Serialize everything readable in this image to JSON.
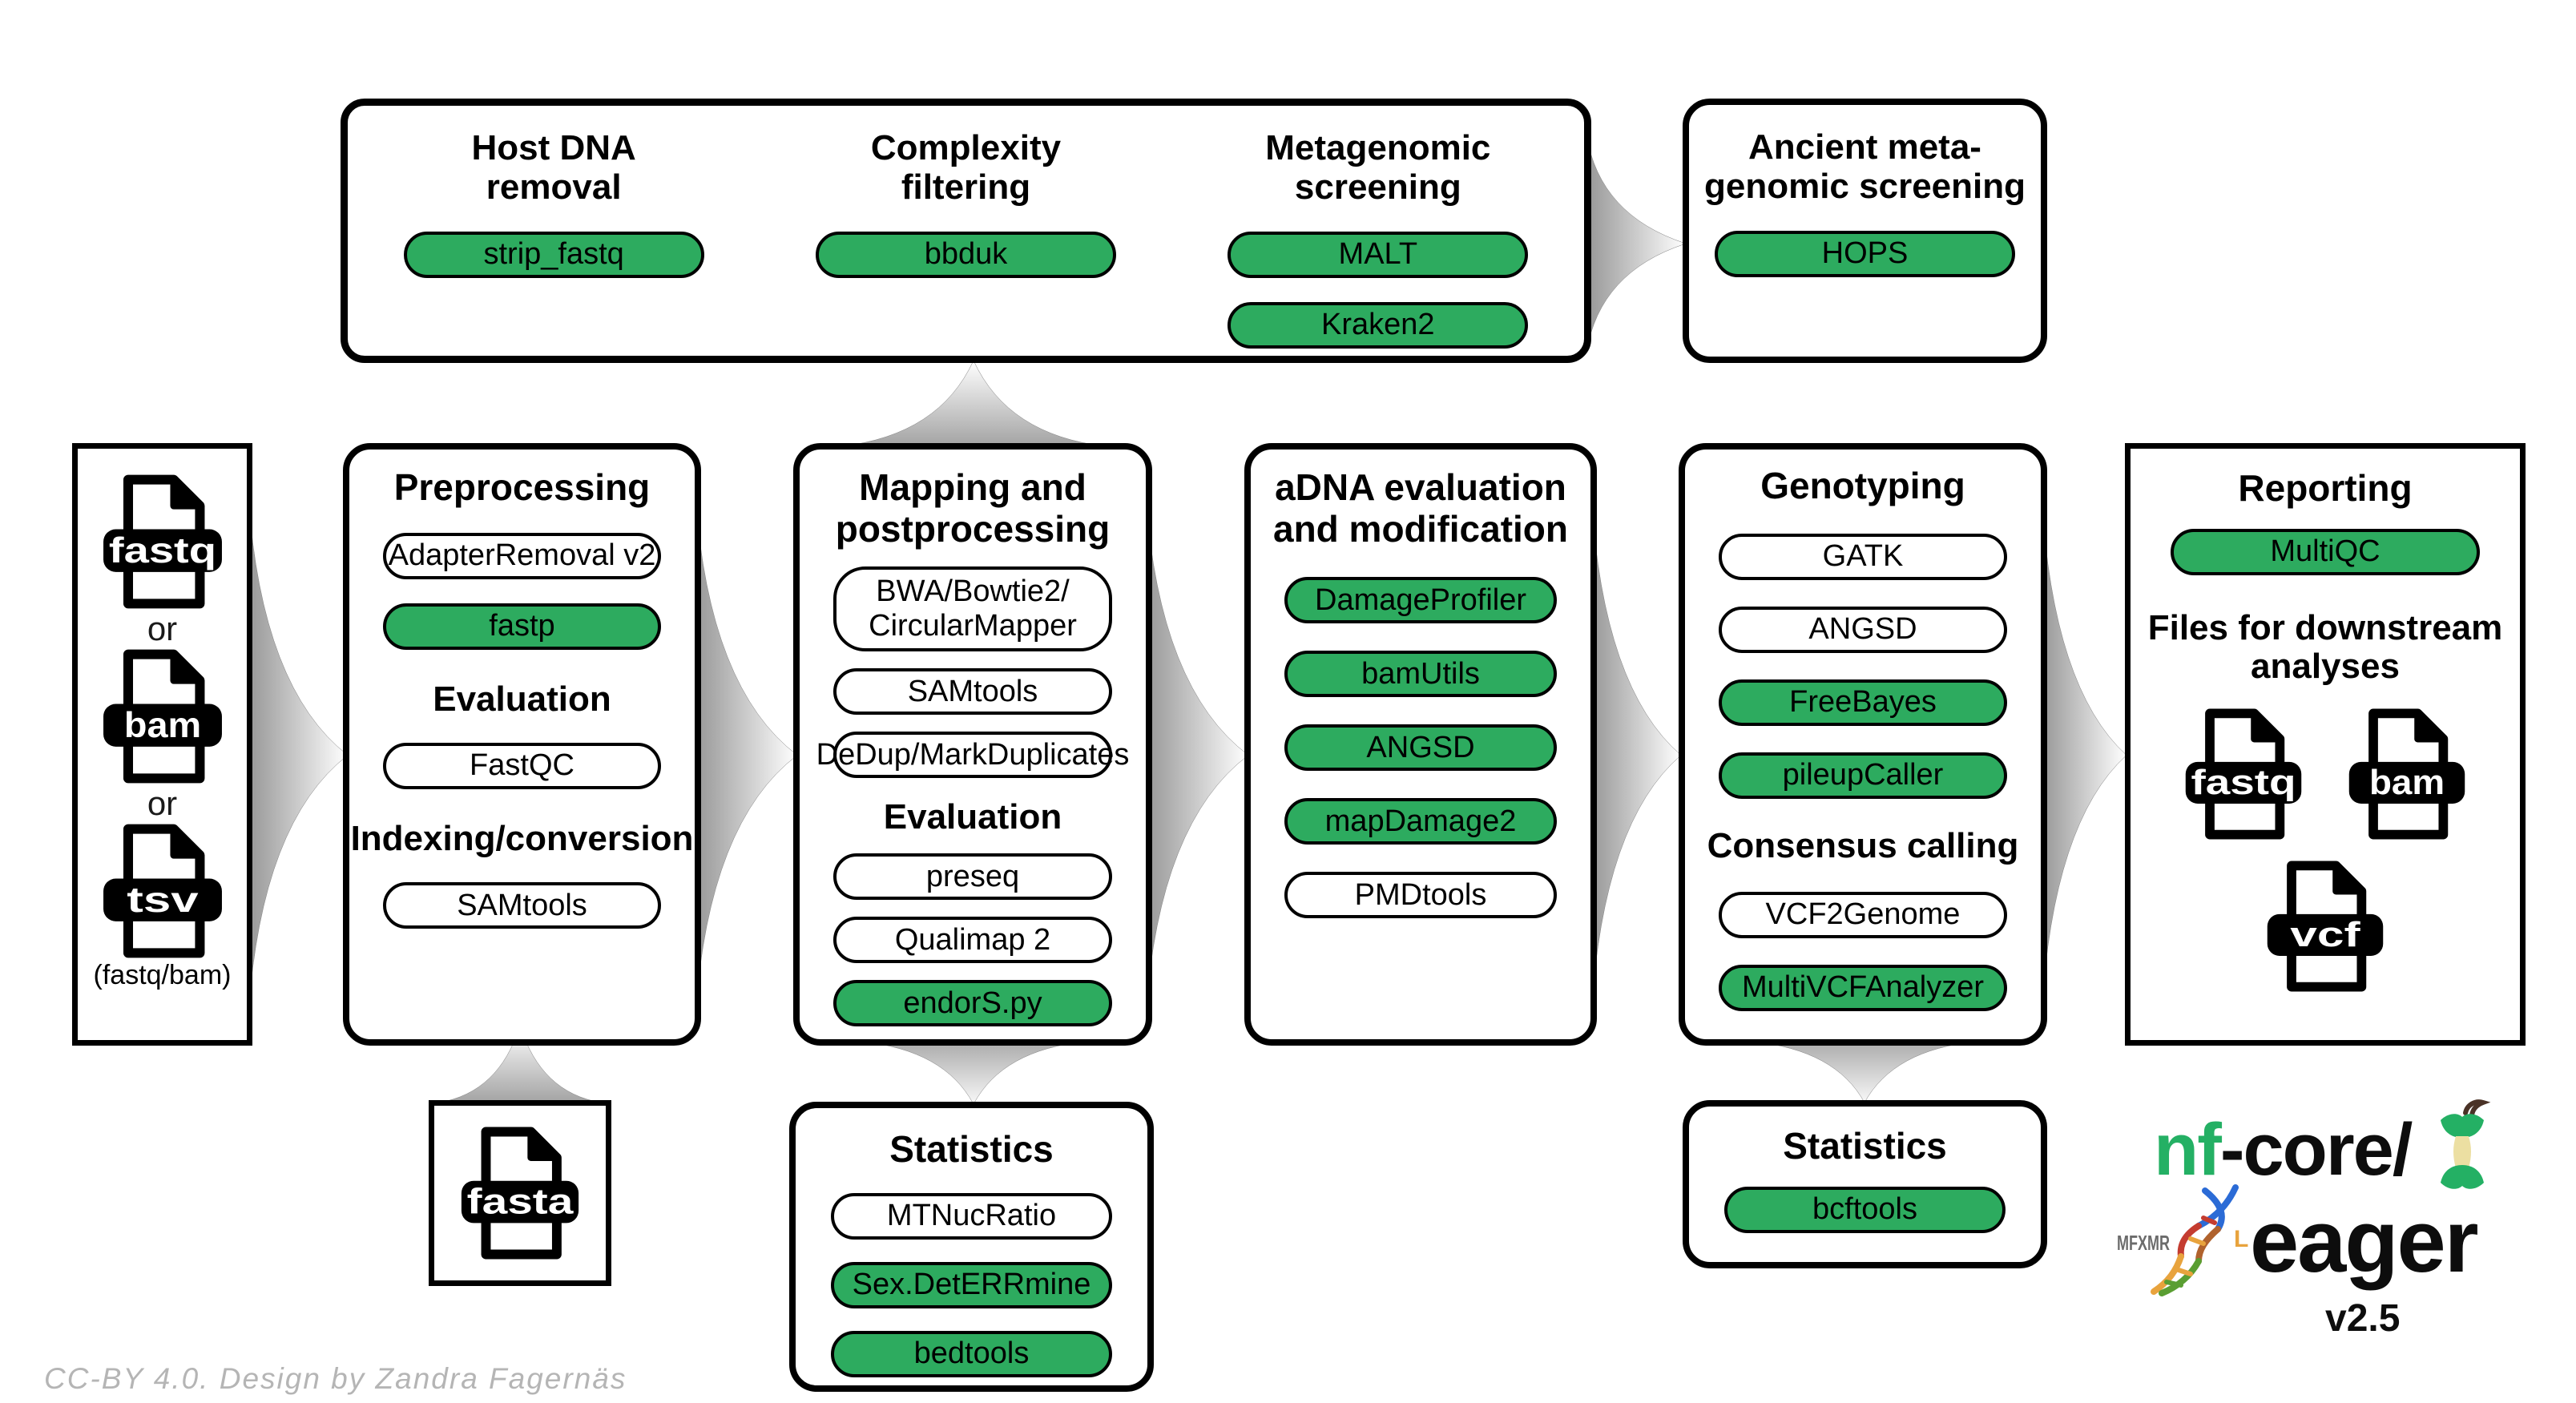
{
  "colors": {
    "pill_green": "#2DAB5F",
    "logo_green": "#24B064"
  },
  "top_box": {
    "sections": [
      {
        "title_line1": "Host DNA",
        "title_line2": "removal",
        "pill": "strip_fastq"
      },
      {
        "title_line1": "Complexity",
        "title_line2": "filtering",
        "pill": "bbduk"
      },
      {
        "title_line1": "Metagenomic",
        "title_line2": "screening",
        "pill": "MALT",
        "pill2": "Kraken2"
      }
    ]
  },
  "ancient_box": {
    "title_line1": "Ancient meta-",
    "title_line2": "genomic screening",
    "pill": "HOPS"
  },
  "input_box": {
    "files": [
      "fastq",
      "bam",
      "tsv"
    ],
    "or1": "or",
    "or2": "or",
    "caption": "(fastq/bam)"
  },
  "preprocessing_box": {
    "title": "Preprocessing",
    "pills": [
      "AdapterRemoval v2",
      "fastp"
    ],
    "evaluation_title": "Evaluation",
    "evaluation_pills": [
      "FastQC"
    ],
    "indexing_title": "Indexing/conversion",
    "indexing_pills": [
      "SAMtools"
    ]
  },
  "mapping_box": {
    "title_line1": "Mapping and",
    "title_line2": "postprocessing",
    "pill1_line1": "BWA/Bowtie2/",
    "pill1_line2": "CircularMapper",
    "pills": [
      "SAMtools",
      "DeDup/MarkDuplicates"
    ],
    "evaluation_title": "Evaluation",
    "evaluation_pills": [
      "preseq",
      "Qualimap 2",
      "endorS.py"
    ]
  },
  "adna_box": {
    "title_line1": "aDNA evaluation",
    "title_line2": "and modification",
    "pills": [
      "DamageProfiler",
      "bamUtils",
      "ANGSD",
      "mapDamage2",
      "PMDtools"
    ]
  },
  "genotyping_box": {
    "title": "Genotyping",
    "pills": [
      "GATK",
      "ANGSD",
      "FreeBayes",
      "pileupCaller"
    ],
    "consensus_title": "Consensus calling",
    "consensus_pills": [
      "VCF2Genome",
      "MultiVCFAnalyzer"
    ]
  },
  "reporting_box": {
    "title": "Reporting",
    "pill": "MultiQC",
    "downstream_line1": "Files for downstream",
    "downstream_line2": "analyses",
    "files": [
      "fastq",
      "bam",
      "vcf"
    ]
  },
  "fasta_box": {
    "file": "fasta"
  },
  "stats_mapping_box": {
    "title": "Statistics",
    "pills": [
      "MTNucRatio",
      "Sex.DetERRmine",
      "bedtools"
    ]
  },
  "stats_genotyping_box": {
    "title": "Statistics",
    "pills": [
      "bcftools"
    ]
  },
  "logo": {
    "prefix_green": "nf",
    "prefix_black": "-core/",
    "name": "eager",
    "version": "v2.5",
    "runes": "MFXMR"
  },
  "footer": {
    "credit": "CC-BY 4.0. Design by Zandra Fagernäs"
  }
}
